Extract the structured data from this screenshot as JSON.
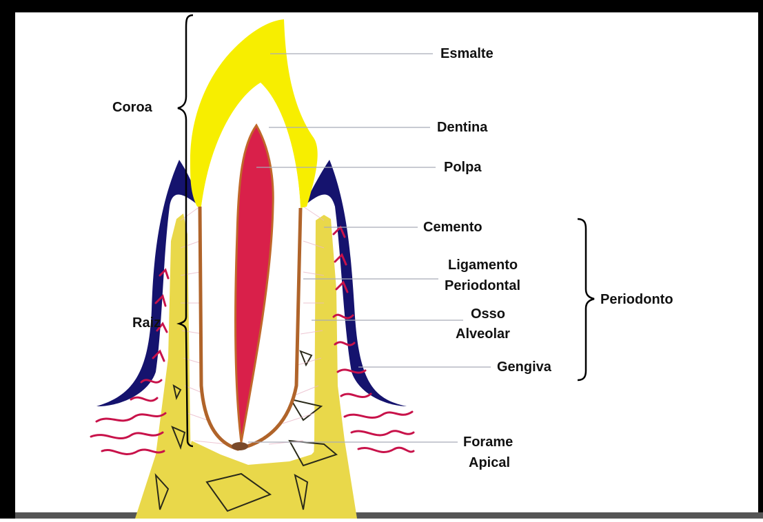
{
  "labels": {
    "esmalte": "Esmalte",
    "dentina": "Dentina",
    "polpa": "Polpa",
    "cemento": "Cemento",
    "ligamento_1": "Ligamento",
    "ligamento_2": "Periodontal",
    "osso_1": "Osso",
    "osso_2": "Alveolar",
    "gengiva": "Gengiva",
    "forame_1": "Forame",
    "forame_2": "Apical",
    "coroa": "Coroa",
    "raiz": "Raiz",
    "periodonto": "Periodonto"
  },
  "colors": {
    "enamel": "#f7ee00",
    "bone": "#e9d84a",
    "pulp": "#d9204a",
    "gum": "#15136e",
    "vessels": "#c8124a",
    "cementum": "#b0642a",
    "leader": "#a8aab8"
  }
}
